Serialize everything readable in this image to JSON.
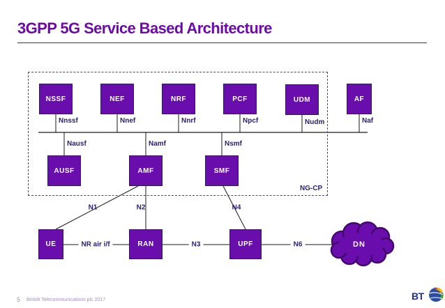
{
  "header": {
    "title": "3GPP 5G Service Based Architecture"
  },
  "diagram": {
    "group_label": "NG-CP",
    "nodes": {
      "nssf": "NSSF",
      "nef": "NEF",
      "nrf": "NRF",
      "pcf": "PCF",
      "udm": "UDM",
      "af": "AF",
      "ausf": "AUSF",
      "amf": "AMF",
      "smf": "SMF",
      "ue": "UE",
      "ran": "RAN",
      "upf": "UPF",
      "dn": "DN"
    },
    "service_interfaces": {
      "nnssf": "Nnssf",
      "nnef": "Nnef",
      "nnrf": "Nnrf",
      "npcf": "Npcf",
      "nudm": "Nudm",
      "naf": "Naf",
      "nausf": "Nausf",
      "namf": "Namf",
      "nsmf": "Nsmf"
    },
    "reference_points": {
      "n1": "N1",
      "n2": "N2",
      "n3": "N3",
      "n4": "N4",
      "n6": "N6",
      "nr_air": "NR air i/f"
    }
  },
  "footer": {
    "page_number": "5",
    "copyright": "British Telecommunications plc 2017",
    "logo_text": "BT"
  },
  "colors": {
    "node_fill": "#6A0DAD",
    "node_border": "#2D1B5E",
    "title_purple": "#6B0BA8",
    "label_indigo": "#2B2171",
    "footer_lilac": "#A58BC9",
    "logo_blue": "#1F2C9C"
  }
}
